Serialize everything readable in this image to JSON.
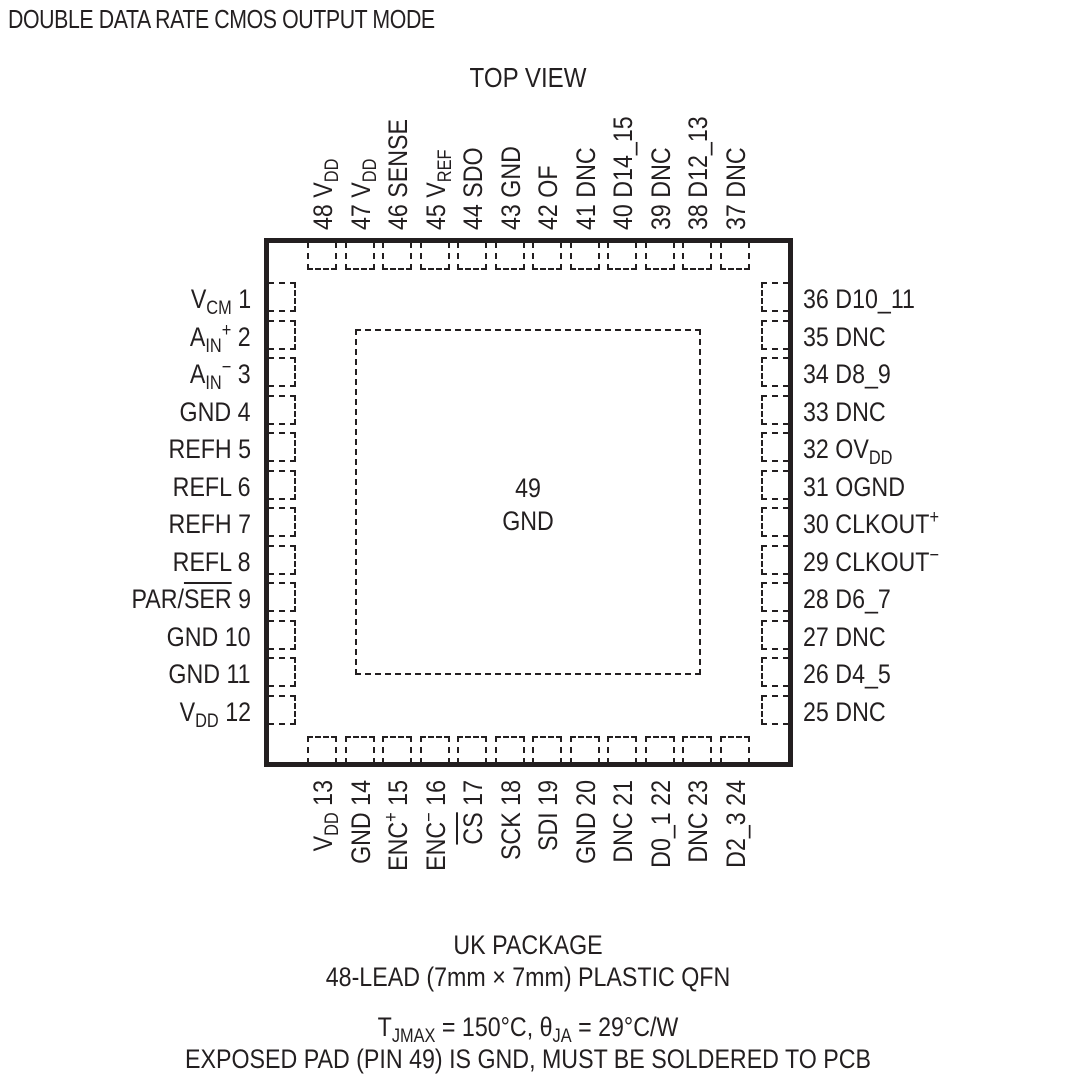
{
  "title": "DOUBLE DATA RATE CMOS OUTPUT MODE",
  "view_label": "TOP VIEW",
  "exposed_pad": {
    "number": "49",
    "name": "GND"
  },
  "pins_left": [
    {
      "num": "1",
      "name": "V",
      "sub": "CM",
      "sup": "",
      "overline": false
    },
    {
      "num": "2",
      "name": "A",
      "sub": "IN",
      "sup": "+",
      "overline": false
    },
    {
      "num": "3",
      "name": "A",
      "sub": "IN",
      "sup": "−",
      "overline": false
    },
    {
      "num": "4",
      "name": "GND",
      "sub": "",
      "sup": "",
      "overline": false
    },
    {
      "num": "5",
      "name": "REFH",
      "sub": "",
      "sup": "",
      "overline": false
    },
    {
      "num": "6",
      "name": "REFL",
      "sub": "",
      "sup": "",
      "overline": false
    },
    {
      "num": "7",
      "name": "REFH",
      "sub": "",
      "sup": "",
      "overline": false
    },
    {
      "num": "8",
      "name": "REFL",
      "sub": "",
      "sup": "",
      "overline": false
    },
    {
      "num": "9",
      "name": "PAR/",
      "sub": "",
      "sup": "",
      "overline_text": "SER",
      "overline": true
    },
    {
      "num": "10",
      "name": "GND",
      "sub": "",
      "sup": "",
      "overline": false
    },
    {
      "num": "11",
      "name": "GND",
      "sub": "",
      "sup": "",
      "overline": false
    },
    {
      "num": "12",
      "name": "V",
      "sub": "DD",
      "sup": "",
      "overline": false
    }
  ],
  "pins_right": [
    {
      "num": "36",
      "name": "D10_11",
      "sub": "",
      "sup": ""
    },
    {
      "num": "35",
      "name": "DNC",
      "sub": "",
      "sup": ""
    },
    {
      "num": "34",
      "name": "D8_9",
      "sub": "",
      "sup": ""
    },
    {
      "num": "33",
      "name": "DNC",
      "sub": "",
      "sup": ""
    },
    {
      "num": "32",
      "name": "OV",
      "sub": "DD",
      "sup": ""
    },
    {
      "num": "31",
      "name": "OGND",
      "sub": "",
      "sup": ""
    },
    {
      "num": "30",
      "name": "CLKOUT",
      "sub": "",
      "sup": "+"
    },
    {
      "num": "29",
      "name": "CLKOUT",
      "sub": "",
      "sup": "−"
    },
    {
      "num": "28",
      "name": "D6_7",
      "sub": "",
      "sup": ""
    },
    {
      "num": "27",
      "name": "DNC",
      "sub": "",
      "sup": ""
    },
    {
      "num": "26",
      "name": "D4_5",
      "sub": "",
      "sup": ""
    },
    {
      "num": "25",
      "name": "DNC",
      "sub": "",
      "sup": ""
    }
  ],
  "pins_top": [
    {
      "num": "48",
      "name": "V",
      "sub": "DD",
      "sup": ""
    },
    {
      "num": "47",
      "name": "V",
      "sub": "DD",
      "sup": ""
    },
    {
      "num": "46",
      "name": "SENSE",
      "sub": "",
      "sup": ""
    },
    {
      "num": "45",
      "name": "V",
      "sub": "REF",
      "sup": ""
    },
    {
      "num": "44",
      "name": "SDO",
      "sub": "",
      "sup": ""
    },
    {
      "num": "43",
      "name": "GND",
      "sub": "",
      "sup": ""
    },
    {
      "num": "42",
      "name": "OF",
      "sub": "",
      "sup": ""
    },
    {
      "num": "41",
      "name": "DNC",
      "sub": "",
      "sup": ""
    },
    {
      "num": "40",
      "name": "D14_15",
      "sub": "",
      "sup": ""
    },
    {
      "num": "39",
      "name": "DNC",
      "sub": "",
      "sup": ""
    },
    {
      "num": "38",
      "name": "D12_13",
      "sub": "",
      "sup": ""
    },
    {
      "num": "37",
      "name": "DNC",
      "sub": "",
      "sup": ""
    }
  ],
  "pins_bottom": [
    {
      "num": "13",
      "name": "V",
      "sub": "DD",
      "sup": "",
      "overline": false
    },
    {
      "num": "14",
      "name": "GND",
      "sub": "",
      "sup": "",
      "overline": false
    },
    {
      "num": "15",
      "name": "ENC",
      "sub": "",
      "sup": "+",
      "overline": false
    },
    {
      "num": "16",
      "name": "ENC",
      "sub": "",
      "sup": "−",
      "overline": false
    },
    {
      "num": "17",
      "name": "CS",
      "sub": "",
      "sup": "",
      "overline": true
    },
    {
      "num": "18",
      "name": "SCK",
      "sub": "",
      "sup": "",
      "overline": false
    },
    {
      "num": "19",
      "name": "SDI",
      "sub": "",
      "sup": "",
      "overline": false
    },
    {
      "num": "20",
      "name": "GND",
      "sub": "",
      "sup": "",
      "overline": false
    },
    {
      "num": "21",
      "name": "DNC",
      "sub": "",
      "sup": "",
      "overline": false
    },
    {
      "num": "22",
      "name": "D0_1",
      "sub": "",
      "sup": "",
      "overline": false
    },
    {
      "num": "23",
      "name": "DNC",
      "sub": "",
      "sup": "",
      "overline": false
    },
    {
      "num": "24",
      "name": "D2_3",
      "sub": "",
      "sup": "",
      "overline": false
    }
  ],
  "package": {
    "name": "UK PACKAGE",
    "description_prefix": "48-LEAD (7mm ",
    "times": "×",
    "description_suffix": " 7mm) PLASTIC QFN",
    "thermal_t_symbol": "T",
    "thermal_t_sub": "JMAX",
    "thermal_t_value": " = 150°C, ",
    "thermal_theta_symbol": "θ",
    "thermal_theta_sub": "JA",
    "thermal_theta_value": " = 29°C/W",
    "note": "EXPOSED PAD (PIN 49) IS GND, MUST BE SOLDERED TO PCB"
  }
}
